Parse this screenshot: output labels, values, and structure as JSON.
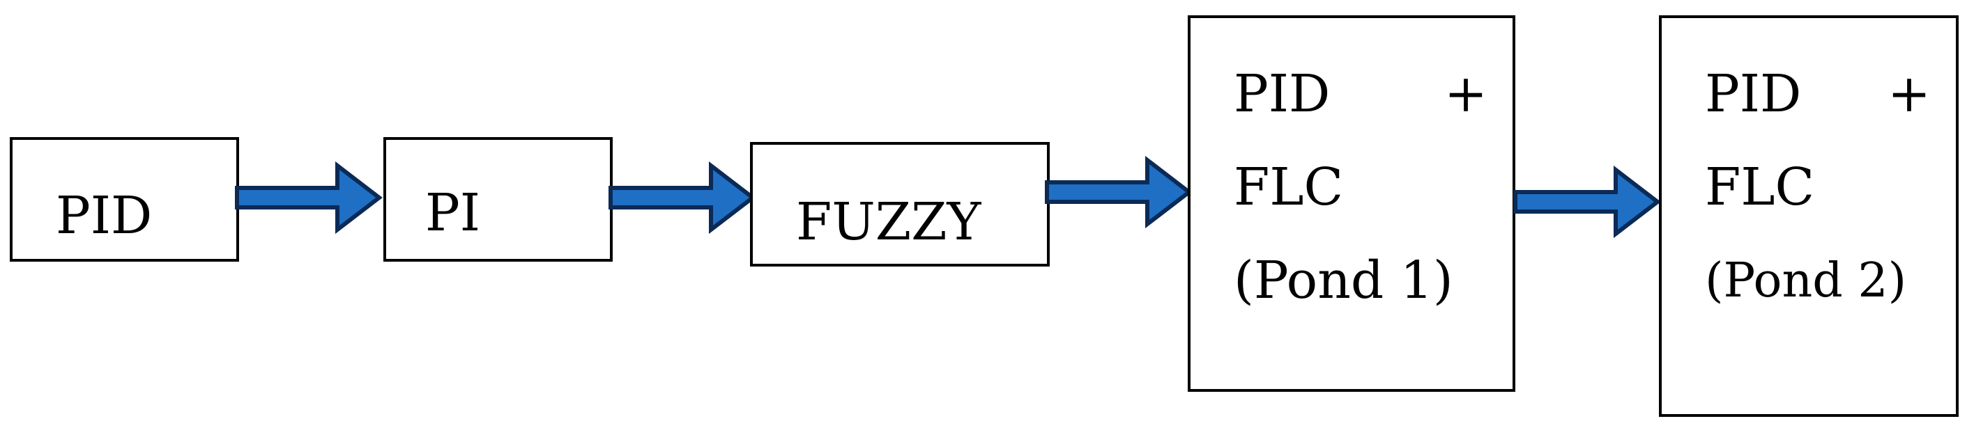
{
  "diagram": {
    "boxes": [
      {
        "id": "pid",
        "lines": [
          "PID"
        ]
      },
      {
        "id": "pi",
        "lines": [
          "PI"
        ]
      },
      {
        "id": "fuzzy",
        "lines": [
          "FUZZY"
        ]
      },
      {
        "id": "pid-flc-pond1",
        "lines": [
          "PID",
          "+",
          "FLC",
          "(Pond 1)"
        ]
      },
      {
        "id": "pid-flc-pond2",
        "lines": [
          "PID",
          "+",
          "FLC",
          "(Pond 2)"
        ]
      }
    ],
    "arrow_color": "#1f6fc5",
    "arrow_outline": "#0b2a55"
  }
}
